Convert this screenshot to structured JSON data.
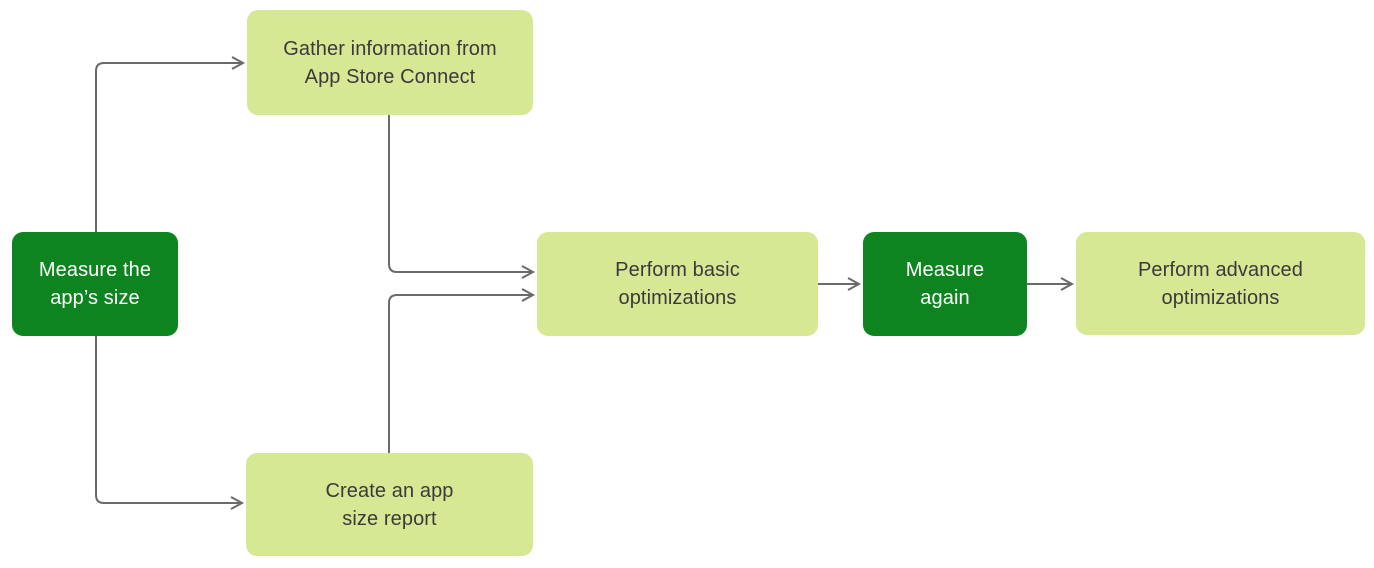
{
  "colors": {
    "dark_green": "#0e8420",
    "light_green": "#d6e894",
    "arrow_gray": "#6a6a6a",
    "dark_text": "#3a3a3c",
    "light_text": "#ffffff",
    "background": "#ffffff"
  },
  "nodes": {
    "measure_size": {
      "label": "Measure the app’s size",
      "lines": [
        "Measure the",
        "app’s size"
      ],
      "style": "dark"
    },
    "gather_info": {
      "label": "Gather information from App Store Connect",
      "lines": [
        "Gather information from",
        "App Store Connect"
      ],
      "style": "light"
    },
    "create_report": {
      "label": "Create an app size report",
      "lines": [
        "Create an app",
        "size report"
      ],
      "style": "light"
    },
    "basic_opt": {
      "label": "Perform basic optimizations",
      "lines": [
        "Perform basic",
        "optimizations"
      ],
      "style": "light"
    },
    "measure_again": {
      "label": "Measure again",
      "lines": [
        "Measure",
        "again"
      ],
      "style": "dark"
    },
    "advanced_opt": {
      "label": "Perform advanced optimizations",
      "lines": [
        "Perform advanced",
        "optimizations"
      ],
      "style": "light"
    }
  },
  "edges": [
    {
      "from": "measure_size",
      "to": "gather_info"
    },
    {
      "from": "measure_size",
      "to": "create_report"
    },
    {
      "from": "gather_info",
      "to": "basic_opt"
    },
    {
      "from": "create_report",
      "to": "basic_opt"
    },
    {
      "from": "basic_opt",
      "to": "measure_again"
    },
    {
      "from": "measure_again",
      "to": "advanced_opt"
    }
  ]
}
